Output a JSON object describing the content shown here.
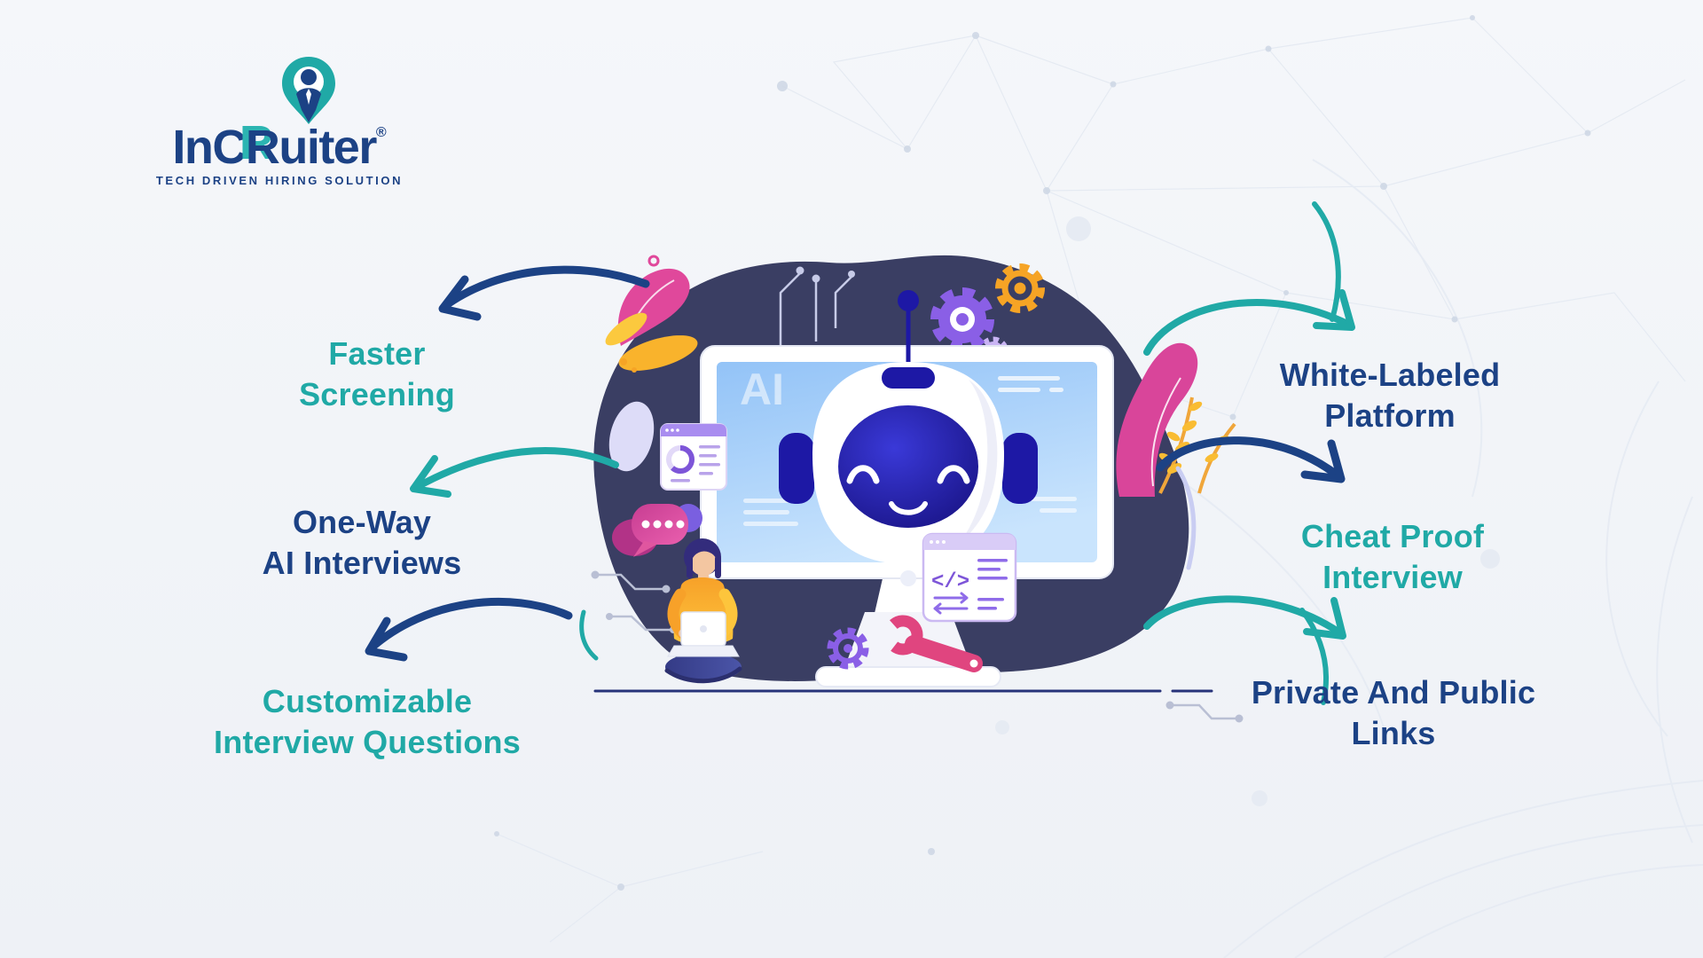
{
  "page": {
    "background": "#f3f5f9"
  },
  "colors": {
    "teal": "#20a9a6",
    "navy": "#1c4285",
    "blob": "#3a3e63",
    "screen_blue": "#a6d0fa",
    "robot_face": "#1d18a5",
    "magenta": "#d9459a",
    "pink": "#e0457f",
    "purple": "#8a5fe6",
    "light_purple": "#c9b4f4",
    "orange": "#f6a425",
    "yellow": "#f9bc33"
  },
  "logo": {
    "part_in": "In",
    "part_c": "C",
    "part_r": "R",
    "part_rest": "uiter",
    "registered": "®",
    "tagline": "TECH DRIVEN HIRING SOLUTION"
  },
  "center_screen": {
    "ai_label": "AI",
    "code_tag": "</>"
  },
  "features": {
    "left": [
      {
        "id": "faster-screening",
        "line1": "Faster",
        "line2": "Screening",
        "text_color": "#20a9a6",
        "arrow_color": "#1c4285"
      },
      {
        "id": "one-way-ai-interviews",
        "line1": "One-Way",
        "line2": "AI Interviews",
        "text_color": "#1c4285",
        "arrow_color": "#20a9a6"
      },
      {
        "id": "customizable-interview-questions",
        "line1": "Customizable",
        "line2": "Interview Questions",
        "text_color": "#20a9a6",
        "arrow_color": "#1c4285"
      }
    ],
    "right": [
      {
        "id": "white-labeled-platform",
        "line1": "White-Labeled",
        "line2": "Platform",
        "text_color": "#1c4285",
        "arrow_color": "#20a9a6"
      },
      {
        "id": "cheat-proof-interview",
        "line1": "Cheat Proof",
        "line2": "Interview",
        "text_color": "#20a9a6",
        "arrow_color": "#1c4285"
      },
      {
        "id": "private-and-public-links",
        "line1": "Private And Public",
        "line2": "Links",
        "text_color": "#1c4285",
        "arrow_color": "#20a9a6"
      }
    ]
  }
}
